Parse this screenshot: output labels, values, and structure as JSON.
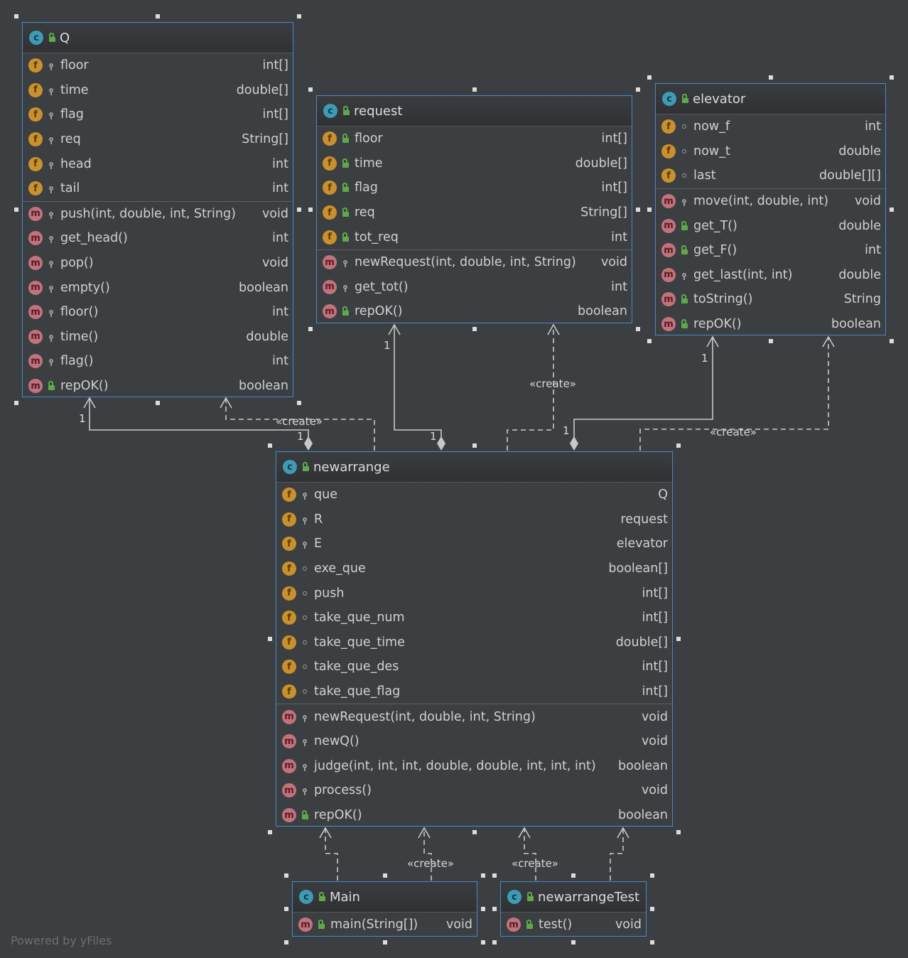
{
  "classes": {
    "Q": {
      "name": "Q",
      "fields": [
        {
          "name": "floor",
          "type": "int[]",
          "vis": "private"
        },
        {
          "name": "time",
          "type": "double[]",
          "vis": "private"
        },
        {
          "name": "flag",
          "type": "int[]",
          "vis": "private"
        },
        {
          "name": "req",
          "type": "String[]",
          "vis": "private"
        },
        {
          "name": "head",
          "type": "int",
          "vis": "private"
        },
        {
          "name": "tail",
          "type": "int",
          "vis": "private"
        }
      ],
      "methods": [
        {
          "name": "push(int, double, int, String)",
          "type": "void",
          "vis": "private"
        },
        {
          "name": "get_head()",
          "type": "int",
          "vis": "private"
        },
        {
          "name": "pop()",
          "type": "void",
          "vis": "private"
        },
        {
          "name": "empty()",
          "type": "boolean",
          "vis": "private"
        },
        {
          "name": "floor()",
          "type": "int",
          "vis": "private"
        },
        {
          "name": "time()",
          "type": "double",
          "vis": "private"
        },
        {
          "name": "flag()",
          "type": "int",
          "vis": "private"
        },
        {
          "name": "repOK()",
          "type": "boolean",
          "vis": "public"
        }
      ]
    },
    "request": {
      "name": "request",
      "fields": [
        {
          "name": "floor",
          "type": "int[]",
          "vis": "public"
        },
        {
          "name": "time",
          "type": "double[]",
          "vis": "public"
        },
        {
          "name": "flag",
          "type": "int[]",
          "vis": "public"
        },
        {
          "name": "req",
          "type": "String[]",
          "vis": "public"
        },
        {
          "name": "tot_req",
          "type": "int",
          "vis": "public"
        }
      ],
      "methods": [
        {
          "name": "newRequest(int, double, int, String)",
          "type": "void",
          "vis": "private"
        },
        {
          "name": "get_tot()",
          "type": "int",
          "vis": "private"
        },
        {
          "name": "repOK()",
          "type": "boolean",
          "vis": "public"
        }
      ]
    },
    "elevator": {
      "name": "elevator",
      "fields": [
        {
          "name": "now_f",
          "type": "int",
          "vis": "package"
        },
        {
          "name": "now_t",
          "type": "double",
          "vis": "package"
        },
        {
          "name": "last",
          "type": "double[][]",
          "vis": "package"
        }
      ],
      "methods": [
        {
          "name": "move(int, double, int)",
          "type": "void",
          "vis": "private"
        },
        {
          "name": "get_T()",
          "type": "double",
          "vis": "public"
        },
        {
          "name": "get_F()",
          "type": "int",
          "vis": "public"
        },
        {
          "name": "get_last(int, int)",
          "type": "double",
          "vis": "private"
        },
        {
          "name": "toString()",
          "type": "String",
          "vis": "public"
        },
        {
          "name": "repOK()",
          "type": "boolean",
          "vis": "public"
        }
      ]
    },
    "newarrange": {
      "name": "newarrange",
      "fields": [
        {
          "name": "que",
          "type": "Q",
          "vis": "private"
        },
        {
          "name": "R",
          "type": "request",
          "vis": "private"
        },
        {
          "name": "E",
          "type": "elevator",
          "vis": "private"
        },
        {
          "name": "exe_que",
          "type": "boolean[]",
          "vis": "package"
        },
        {
          "name": "push",
          "type": "int[]",
          "vis": "package"
        },
        {
          "name": "take_que_num",
          "type": "int[]",
          "vis": "package"
        },
        {
          "name": "take_que_time",
          "type": "double[]",
          "vis": "package"
        },
        {
          "name": "take_que_des",
          "type": "int[]",
          "vis": "package"
        },
        {
          "name": "take_que_flag",
          "type": "int[]",
          "vis": "package"
        }
      ],
      "methods": [
        {
          "name": "newRequest(int, double, int, String)",
          "type": "void",
          "vis": "private"
        },
        {
          "name": "newQ()",
          "type": "void",
          "vis": "private"
        },
        {
          "name": "judge(int, int, int, double, double, int, int, int)",
          "type": "boolean",
          "vis": "private"
        },
        {
          "name": "process()",
          "type": "void",
          "vis": "private"
        },
        {
          "name": "repOK()",
          "type": "boolean",
          "vis": "public"
        }
      ]
    },
    "Main": {
      "name": "Main",
      "fields": [],
      "methods": [
        {
          "name": "main(String[])",
          "type": "void",
          "vis": "public"
        }
      ]
    },
    "newarrangeTest": {
      "name": "newarrangeTest",
      "fields": [],
      "methods": [
        {
          "name": "test()",
          "type": "void",
          "vis": "public"
        }
      ]
    }
  },
  "edge_labels": {
    "create": "«create»",
    "one": "1"
  },
  "footer": "Powered by yFiles",
  "colors": {
    "background": "#3c3f41",
    "border": "#4a88c7",
    "field_badge": "#c9902e",
    "method_badge": "#c0737d",
    "class_badge": "#3f9bb5",
    "public_icon": "#5ea94a"
  }
}
